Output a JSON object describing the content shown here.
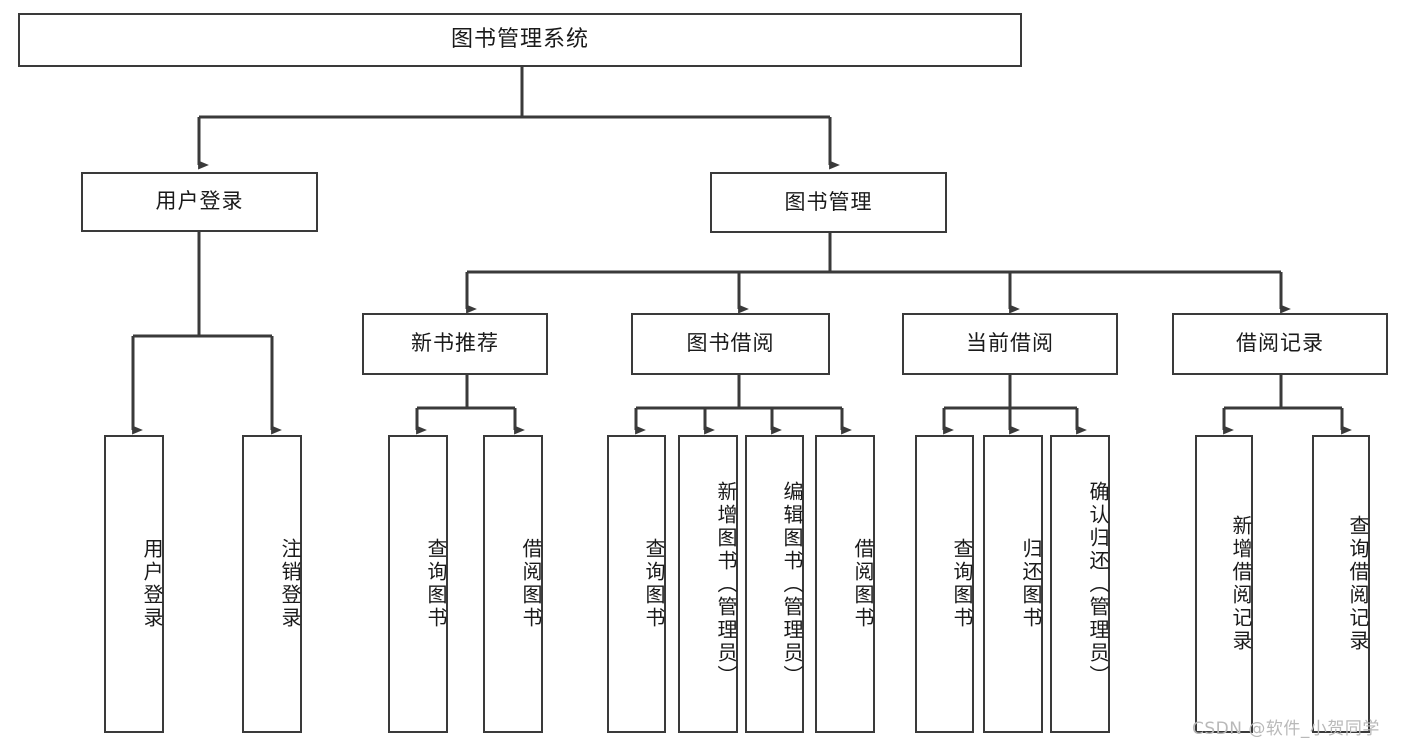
{
  "diagram": {
    "title": "图书管理系统",
    "watermark": "CSDN @软件_小贺同学",
    "line_color": "#3a3a3a",
    "box_fill": "#ffffff",
    "text_color": "#1a1a1a",
    "watermark_color": "#b9b9b9"
  },
  "nodes": {
    "root": {
      "label": "图书管理系统"
    },
    "level2": [
      {
        "label": "用户登录"
      },
      {
        "label": "图书管理"
      }
    ],
    "level3": [
      {
        "label": "新书推荐"
      },
      {
        "label": "图书借阅"
      },
      {
        "label": "当前借阅"
      },
      {
        "label": "借阅记录"
      }
    ],
    "leaves": [
      {
        "label": "用户登录",
        "parent": "用户登录"
      },
      {
        "label": "注销登录",
        "parent": "用户登录"
      },
      {
        "label": "查询图书",
        "parent": "新书推荐"
      },
      {
        "label": "借阅图书",
        "parent": "新书推荐"
      },
      {
        "label": "查询图书",
        "parent": "图书借阅"
      },
      {
        "label": "新增图书（管理员）",
        "parent": "图书借阅"
      },
      {
        "label": "编辑图书（管理员）",
        "parent": "图书借阅"
      },
      {
        "label": "借阅图书",
        "parent": "图书借阅"
      },
      {
        "label": "查询图书",
        "parent": "当前借阅"
      },
      {
        "label": "归还图书",
        "parent": "当前借阅"
      },
      {
        "label": "确认归还（管理员）",
        "parent": "当前借阅"
      },
      {
        "label": "新增借阅记录",
        "parent": "借阅记录"
      },
      {
        "label": "查询借阅记录",
        "parent": "借阅记录"
      }
    ]
  },
  "chart_data": {
    "type": "diagram",
    "subtype": "tree-hierarchy",
    "title": "图书管理系统",
    "orientation": "top-down",
    "levels": 4,
    "edges": [
      {
        "from": "图书管理系统",
        "to": "用户登录"
      },
      {
        "from": "图书管理系统",
        "to": "图书管理"
      },
      {
        "from": "用户登录",
        "to": "用户登录(功能)"
      },
      {
        "from": "用户登录",
        "to": "注销登录"
      },
      {
        "from": "图书管理",
        "to": "新书推荐"
      },
      {
        "from": "图书管理",
        "to": "图书借阅"
      },
      {
        "from": "图书管理",
        "to": "当前借阅"
      },
      {
        "from": "图书管理",
        "to": "借阅记录"
      },
      {
        "from": "新书推荐",
        "to": "查询图书"
      },
      {
        "from": "新书推荐",
        "to": "借阅图书"
      },
      {
        "from": "图书借阅",
        "to": "查询图书"
      },
      {
        "from": "图书借阅",
        "to": "新增图书（管理员）"
      },
      {
        "from": "图书借阅",
        "to": "编辑图书（管理员）"
      },
      {
        "from": "图书借阅",
        "to": "借阅图书"
      },
      {
        "from": "当前借阅",
        "to": "查询图书"
      },
      {
        "from": "当前借阅",
        "to": "归还图书"
      },
      {
        "from": "当前借阅",
        "to": "确认归还（管理员）"
      },
      {
        "from": "借阅记录",
        "to": "新增借阅记录"
      },
      {
        "from": "借阅记录",
        "to": "查询借阅记录"
      }
    ]
  }
}
